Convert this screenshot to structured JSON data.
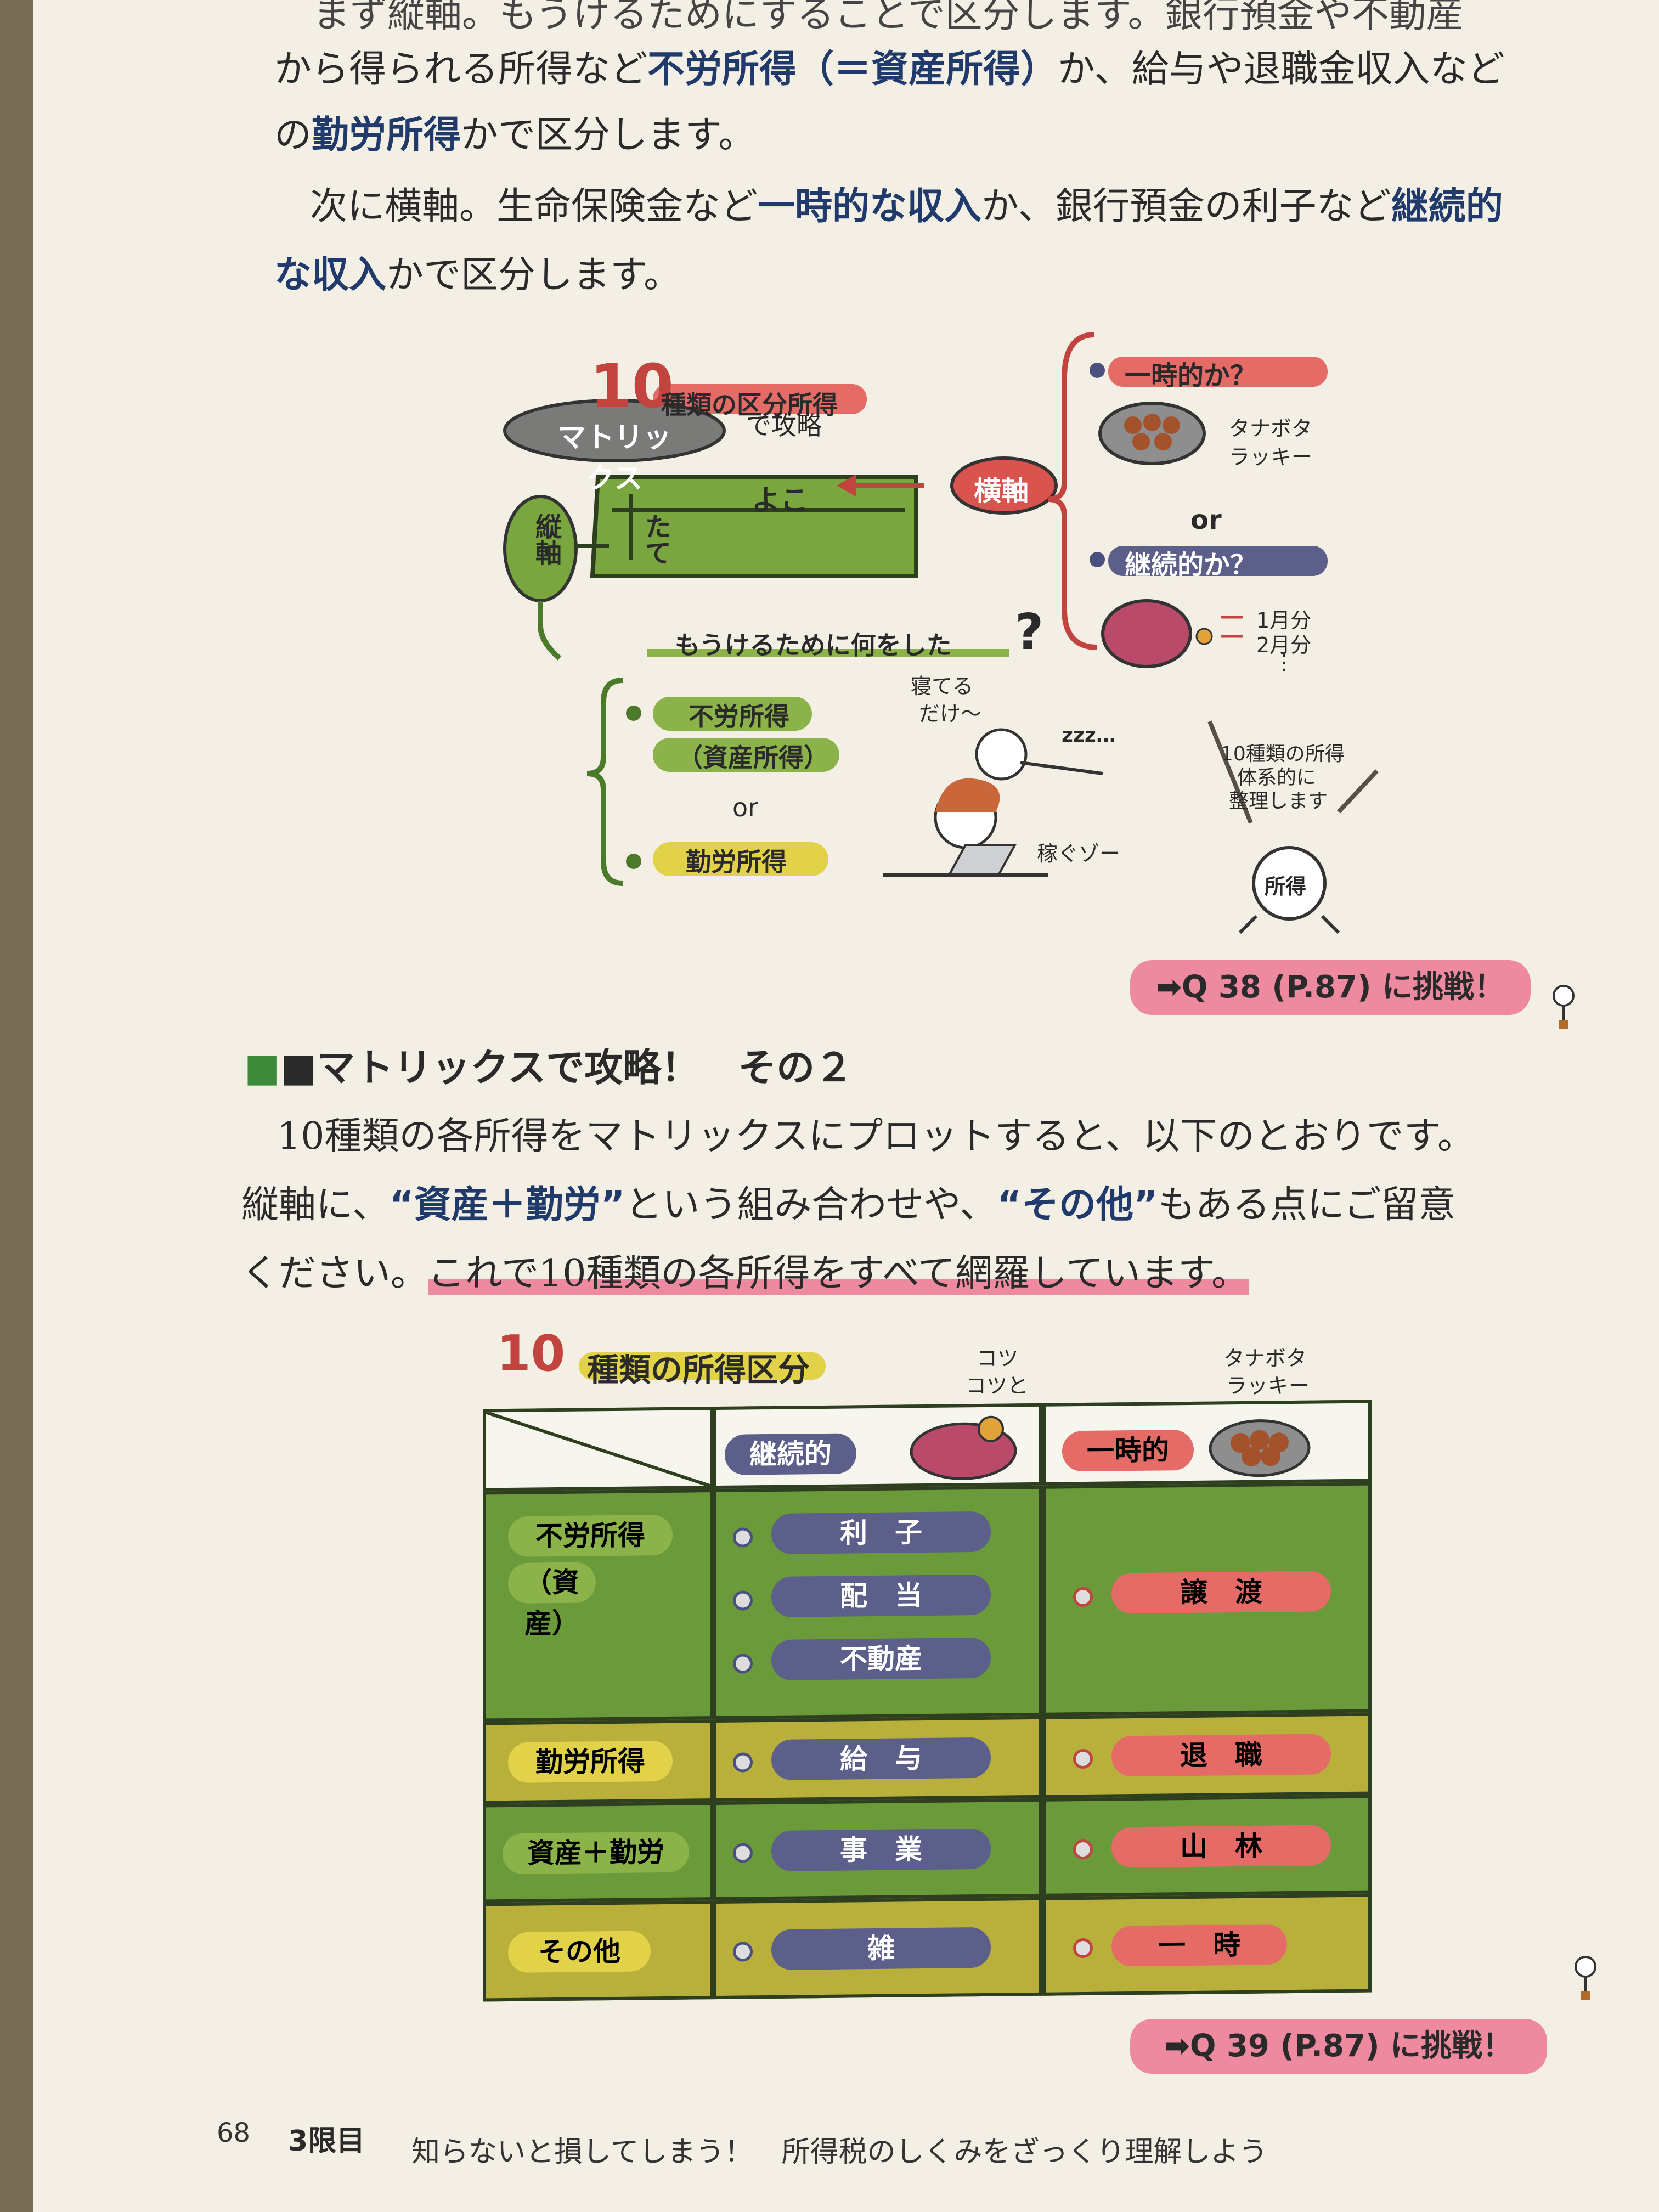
{
  "intro": {
    "line0": "まず縦軸。もうけるためにすることで区分します。銀行預金や不動産",
    "line1_a": "から得られる所得など",
    "line1_em": "不労所得（＝資産所得）",
    "line1_b": "か、給与や退職金収入など",
    "line2_a": "の",
    "line2_em": "勤労所得",
    "line2_b": "かで区分します。",
    "line3_a": "次に横軸。生命保険金など",
    "line3_em": "一時的な収入",
    "line3_b": "か、銀行預金の利子など",
    "line3_em2": "継続的",
    "line4_em": "な収入",
    "line4_b": "かで区分します。"
  },
  "diagram1": {
    "title_num": "10",
    "title": "種類の区分所得",
    "matrix_pill": "マトリックス",
    "matrix_suffix": "で攻略",
    "yoko": "よこ",
    "tate": "たて",
    "horizontal_axis": "横軸",
    "vertical_axis": "縦軸",
    "temporary_q": "一時的か？",
    "tanabota": "タナボタ",
    "lucky": "ラッキー",
    "or1": "or",
    "continuous_q": "継続的か？",
    "month1": "1月分",
    "month2": "2月分",
    "ellipsis": "⋮",
    "question": "もうけるために何をした",
    "unearned": "不労所得",
    "asset_paren": "（資産所得）",
    "or2": "or",
    "earned": "勤労所得",
    "sleeping": "寝てる",
    "just": "だけ～",
    "zzz": "zzz…",
    "earning": "稼ぐゾー",
    "organize1": "10種類の所得",
    "organize2": "体系的に",
    "organize3": "整理します",
    "shotoku_char": "所得"
  },
  "challenge1": "➡Q 38 (P.87) に挑戦！",
  "section": {
    "heading": "■マトリックスで攻略！　その２",
    "p1": "10種類の各所得をマトリックスにプロットすると、以下のとおりです。",
    "p2_a": "縦軸に、",
    "p2_em1": "“資産＋勤労”",
    "p2_b": "という組み合わせや、",
    "p2_em2": "“その他”",
    "p2_c": "もある点にご留意",
    "p3_a": "ください。",
    "p3_hl": "これで10種類の各所得をすべて網羅しています。"
  },
  "table": {
    "title_num": "10",
    "title": "種類の所得区分",
    "kotsu1": "コツ",
    "kotsu2": "コツと",
    "tanabota": "タナボタ",
    "lucky": "ラッキー",
    "col_continuous": "継続的",
    "col_temporary": "一時的",
    "rows": [
      {
        "label": "不労所得",
        "label2": "（資産）",
        "continuous": [
          "利　子",
          "配　当",
          "不動産"
        ],
        "temporary": [
          "譲　渡"
        ]
      },
      {
        "label": "勤労所得",
        "continuous": [
          "給　与"
        ],
        "temporary": [
          "退　職"
        ]
      },
      {
        "label": "資産＋勤労",
        "continuous": [
          "事　業"
        ],
        "temporary": [
          "山　林"
        ]
      },
      {
        "label": "その他",
        "continuous": [
          "雑"
        ],
        "temporary": [
          "一　時"
        ]
      }
    ]
  },
  "challenge2": "➡Q 39 (P.87) に挑戦！",
  "footer": {
    "page_num": "68",
    "period": "3限目",
    "subtitle": "知らないと損してしまう！　所得税のしくみをざっくり理解しよう"
  }
}
